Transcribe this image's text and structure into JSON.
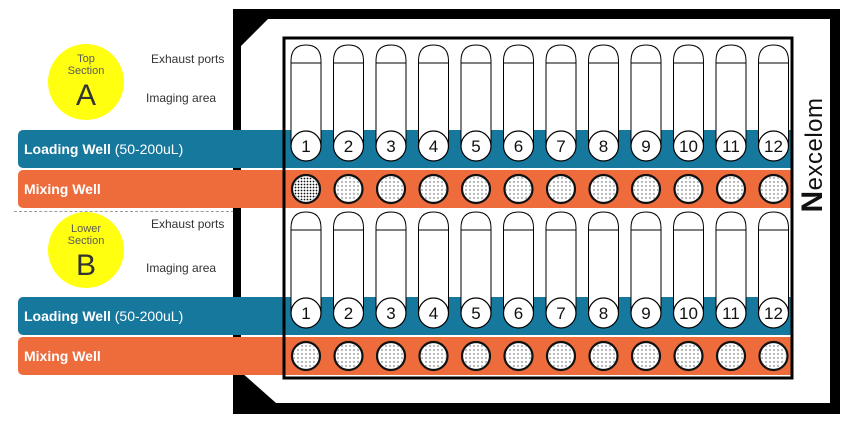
{
  "colors": {
    "loading_blue": "#17789e",
    "mixing_orange": "#ee6c3c",
    "section_yellow": "#ffff0f",
    "frame_black": "#000000"
  },
  "top_section": {
    "caption_line1": "Top",
    "caption_line2": "Section",
    "letter": "A",
    "exhaust_label": "Exhaust ports",
    "imaging_label": "Imaging area",
    "loading_bold": "Loading Well",
    "loading_volume": " (50-200uL)",
    "mixing_label": "Mixing Well"
  },
  "lower_section": {
    "caption_line1": "Lower",
    "caption_line2": "Section",
    "letter": "B",
    "exhaust_label": "Exhaust ports",
    "imaging_label": "Imaging area",
    "loading_bold": "Loading Well",
    "loading_volume": " (50-200uL)",
    "mixing_label": "Mixing Well"
  },
  "channel_numbers": [
    "1",
    "2",
    "3",
    "4",
    "5",
    "6",
    "7",
    "8",
    "9",
    "10",
    "11",
    "12"
  ],
  "brand": {
    "initial": "N",
    "rest": "excelom"
  }
}
